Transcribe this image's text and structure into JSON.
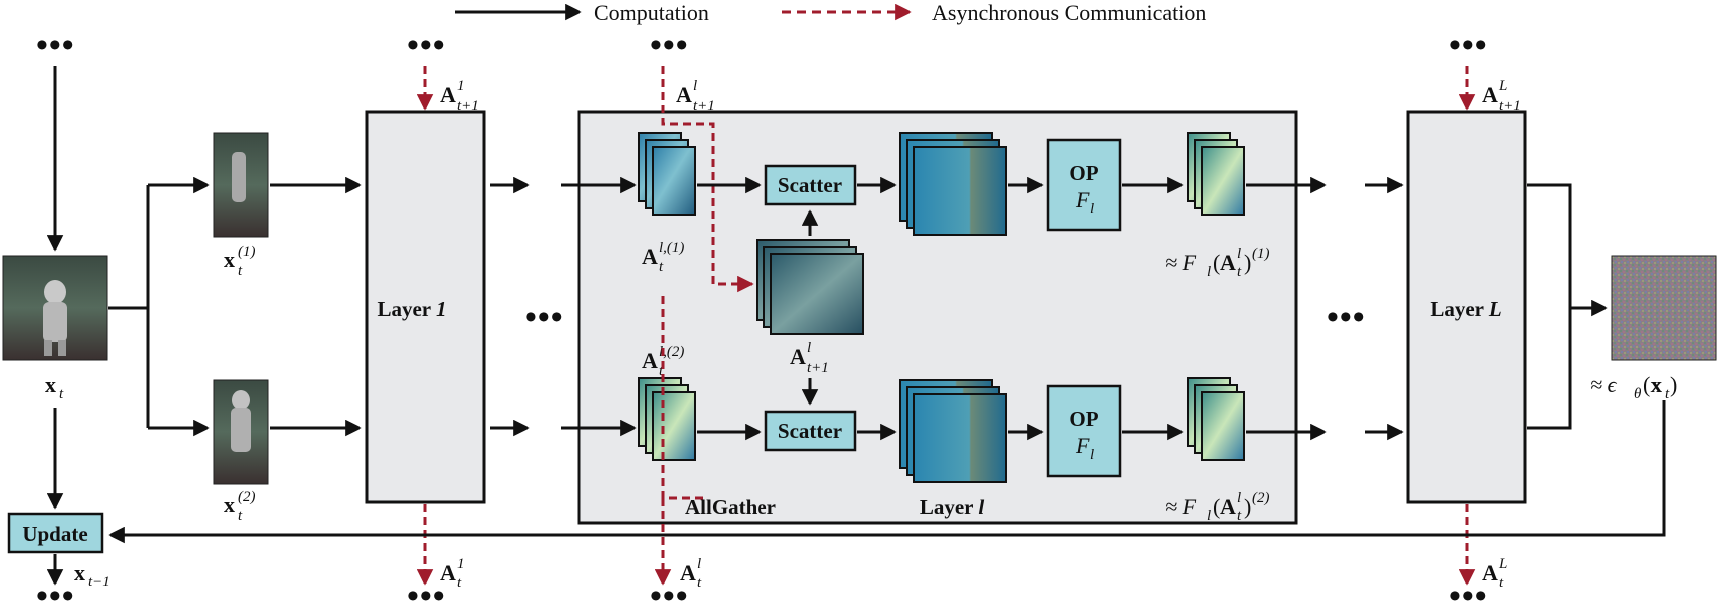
{
  "legend": {
    "computation": "Computation",
    "async": "Asynchronous Communication"
  },
  "colors": {
    "compute": "#111111",
    "async": "#a01c2c",
    "layer_fill": "#e8e9eb",
    "op_fill": "#9fd6de"
  },
  "labels": {
    "xt": "x",
    "xt_sub": "t",
    "x1_sup": "(1)",
    "x2_sup": "(2)",
    "layer1": "Layer ",
    "layer1_idx": "1",
    "layerL": "Layer ",
    "layerL_idx": "L",
    "layerl": "Layer ",
    "layerl_idx": "l",
    "scatter": "Scatter",
    "op": "OP",
    "op_f": "F",
    "op_f_sub": "l",
    "allgather": "AllGather",
    "update": "Update",
    "a1_top_sup": "1",
    "a1_top_sub": "t+1",
    "al_top_sup": "l",
    "al_top_sub": "t+1",
    "aL_top_sup": "L",
    "aL_top_sub": "t+1",
    "a1_bot_sup": "1",
    "al_bot_sup": "l",
    "aL_bot_sup": "L",
    "a_sub_t": "t",
    "al1_sup": "l,(1)",
    "al2_sup": "l,(2)",
    "amid_sup": "l",
    "amid_sub": "t+1",
    "out1_sup": "(1)",
    "out2_sup": "(2)",
    "eps": "≈ ϵ",
    "eps_sub": "θ",
    "eps_arg": "(x",
    "eps_arg_sub": "t",
    "xtm1_sub": "t−1",
    "approx": "≈ F",
    "ellipsis": "•••"
  },
  "icons": {
    "input_image": "astronaut-photo",
    "noise_image": "noise-image",
    "activation_stack": "activation-stack"
  }
}
